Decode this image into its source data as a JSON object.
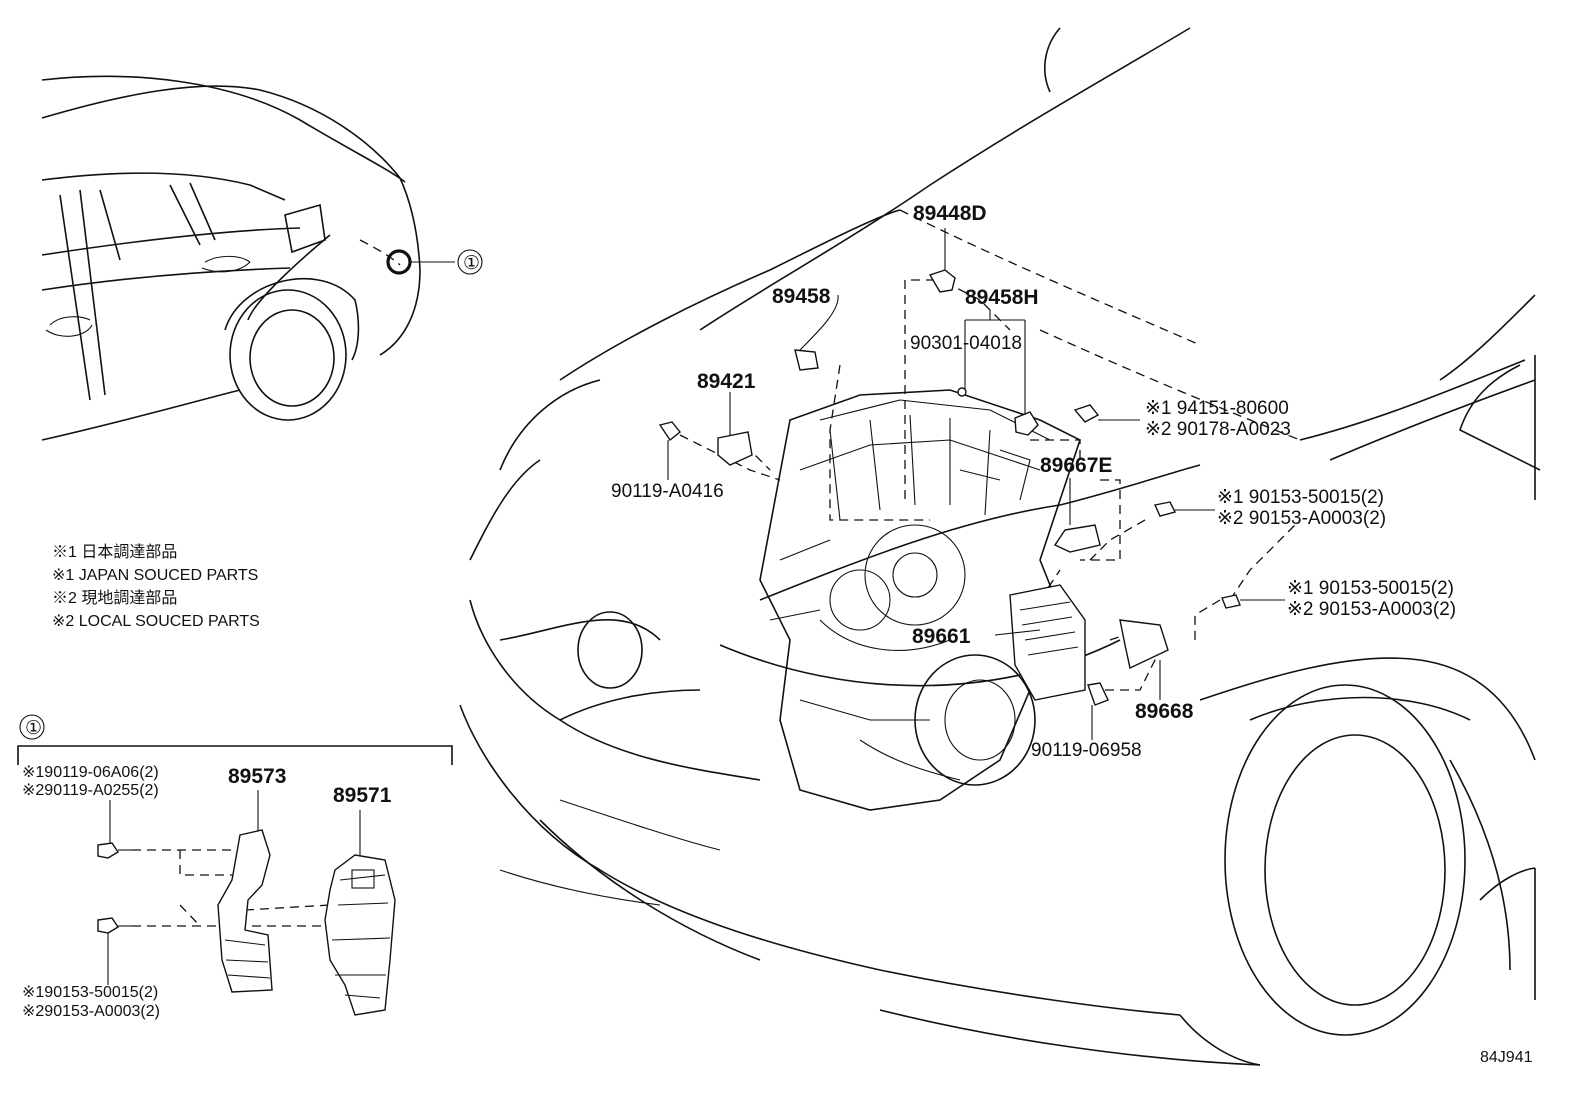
{
  "callout": {
    "symbol": "①"
  },
  "legend": [
    "※1 日本調達部品",
    "※1 JAPAN SOUCED PARTS",
    "※2 現地調達部品",
    "※2 LOCAL SOUCED PARTS"
  ],
  "parts": {
    "p89448D": "89448D",
    "p89458": "89458",
    "p89458H": "89458H",
    "p90301": "90301-04018",
    "p89421": "89421",
    "p90119a0416": "90119-A0416",
    "p89667E": "89667E",
    "p89661": "89661",
    "p89668": "89668",
    "p9011906958": "90119-06958",
    "p89573": "89573",
    "p89571": "89571"
  },
  "alt_parts": {
    "a1_1": "※1 94151-80600",
    "a1_2": "※2 90178-A0023",
    "a2_1": "※1 90153-50015(2)",
    "a2_2": "※2 90153-A0003(2)",
    "a3_1": "※1 90153-50015(2)",
    "a3_2": "※2 90153-A0003(2)",
    "a4_1": "※190119-06A06(2)",
    "a4_2": "※290119-A0255(2)",
    "a5_1": "※190153-50015(2)",
    "a5_2": "※290153-A0003(2)"
  },
  "diagram_code": "84J941",
  "icons": [
    "vehicle-rear-view",
    "engine-compartment",
    "ecu-module",
    "bolt"
  ]
}
